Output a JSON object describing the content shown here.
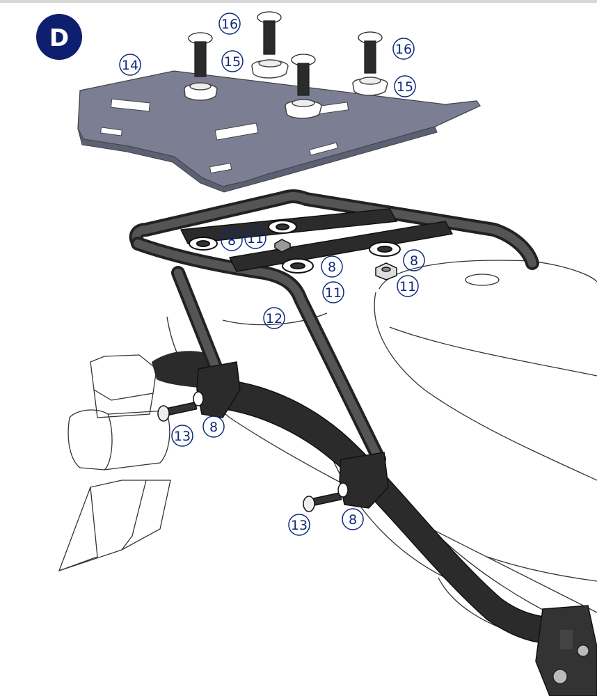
{
  "step_badge": {
    "label": "D",
    "color": "#0d1f6e"
  },
  "colors": {
    "line": "#0e2a7a",
    "rack": "#2b2b2b",
    "plate": "#7c7f93",
    "plate_dark": "#5d6074",
    "outline": "#333333"
  },
  "callouts": [
    {
      "id": "c16a",
      "number": "16"
    },
    {
      "id": "c14",
      "number": "14"
    },
    {
      "id": "c15a",
      "number": "15"
    },
    {
      "id": "c16b",
      "number": "16"
    },
    {
      "id": "c15b",
      "number": "15"
    },
    {
      "id": "c8a",
      "number": "8"
    },
    {
      "id": "c11a",
      "number": "11"
    },
    {
      "id": "c8b",
      "number": "8"
    },
    {
      "id": "c8c",
      "number": "8"
    },
    {
      "id": "c11b",
      "number": "11"
    },
    {
      "id": "c11c",
      "number": "11"
    },
    {
      "id": "c12",
      "number": "12"
    },
    {
      "id": "c13a",
      "number": "13"
    },
    {
      "id": "c8d",
      "number": "8"
    },
    {
      "id": "c13b",
      "number": "13"
    },
    {
      "id": "c8e",
      "number": "8"
    }
  ]
}
